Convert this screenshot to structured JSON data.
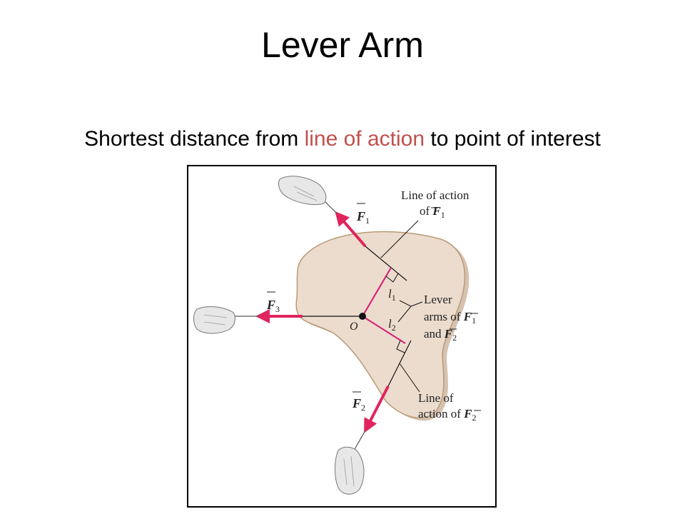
{
  "slide": {
    "title": "Lever Arm",
    "subtitle_before": "Shortest distance from ",
    "subtitle_highlight": "line of action",
    "subtitle_after": " to point of interest"
  },
  "diagram": {
    "labels": {
      "origin": "O",
      "f1_letter": "F",
      "f1_sub": "1",
      "f2_letter": "F",
      "f2_sub": "2",
      "f3_letter": "F",
      "f3_sub": "3",
      "l1_letter": "l",
      "l1_sub": "1",
      "l2_letter": "l",
      "l2_sub": "2",
      "loa1_line1": "Line of action",
      "loa1_line2_prefix": "of ",
      "loa1_letter": "F",
      "loa1_sub": "1",
      "lever_line1": "Lever",
      "lever_line2_prefix": "arms of ",
      "lever_f1_letter": "F",
      "lever_f1_sub": "1",
      "lever_line3_prefix": "and ",
      "lever_f2_letter": "F",
      "lever_f2_sub": "2",
      "loa2_line1": "Line of",
      "loa2_line2_prefix": "action of ",
      "loa2_letter": "F",
      "loa2_sub": "2"
    },
    "colors": {
      "force_arrow": "#e0245e",
      "lever_arm": "#d6267a",
      "body_fill": "#ecdcce",
      "body_stroke": "#b89a76",
      "text_highlight": "#c0504d"
    }
  }
}
